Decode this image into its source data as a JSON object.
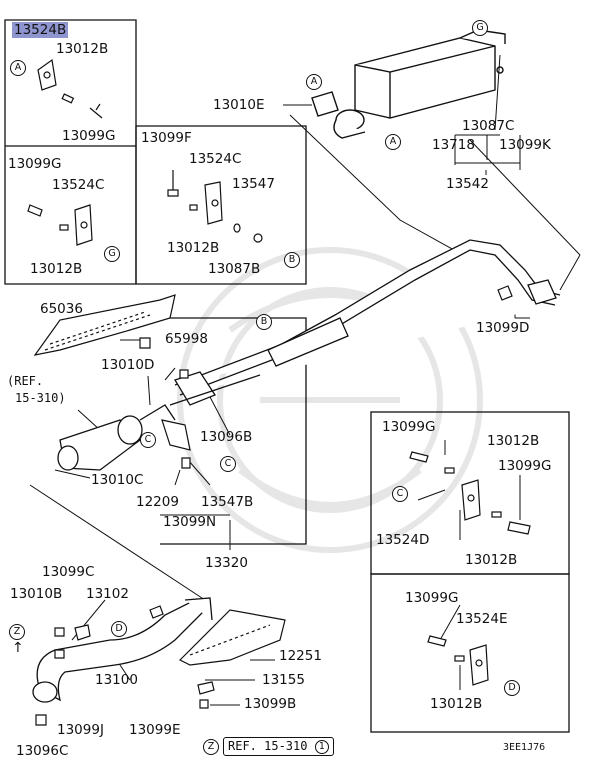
{
  "highlighted_part": "13524B",
  "boxes": {
    "top_left": {
      "parts": [
        "13012B",
        "13099G"
      ]
    },
    "left_mid": {
      "parts": [
        "13099G",
        "13524C",
        "13012B"
      ]
    },
    "center_mid": {
      "parts": [
        "13099F",
        "13524C",
        "13547",
        "13012B",
        "13087B"
      ]
    },
    "right_c": {
      "parts": [
        "13099G",
        "13012B",
        "13099G",
        "13524D",
        "13012B"
      ]
    },
    "right_d": {
      "parts": [
        "13099G",
        "13524E",
        "13012B"
      ]
    }
  },
  "muffler": {
    "parts": [
      "13010E",
      "13087C",
      "13718",
      "13099K",
      "13542"
    ]
  },
  "tailpipe": {
    "parts": [
      "13099D"
    ]
  },
  "front": {
    "parts": [
      "65036",
      "65998",
      "13010D",
      "13096B",
      "13010C",
      "12209",
      "13547B",
      "13099N",
      "13320"
    ],
    "ref_lines": [
      "(REF.",
      "15-310)"
    ]
  },
  "bottom": {
    "parts": [
      "13099C",
      "13010B",
      "13102",
      "12251",
      "13155",
      "13100",
      "13099B",
      "13099J",
      "13099E",
      "13096C"
    ]
  },
  "callouts": {
    "A": "A",
    "B": "B",
    "C": "C",
    "D": "D",
    "G": "G",
    "Z": "Z"
  },
  "ref_footer": {
    "label": "REF. 15-310",
    "page": "1"
  },
  "figure_code": "3EE1J76"
}
